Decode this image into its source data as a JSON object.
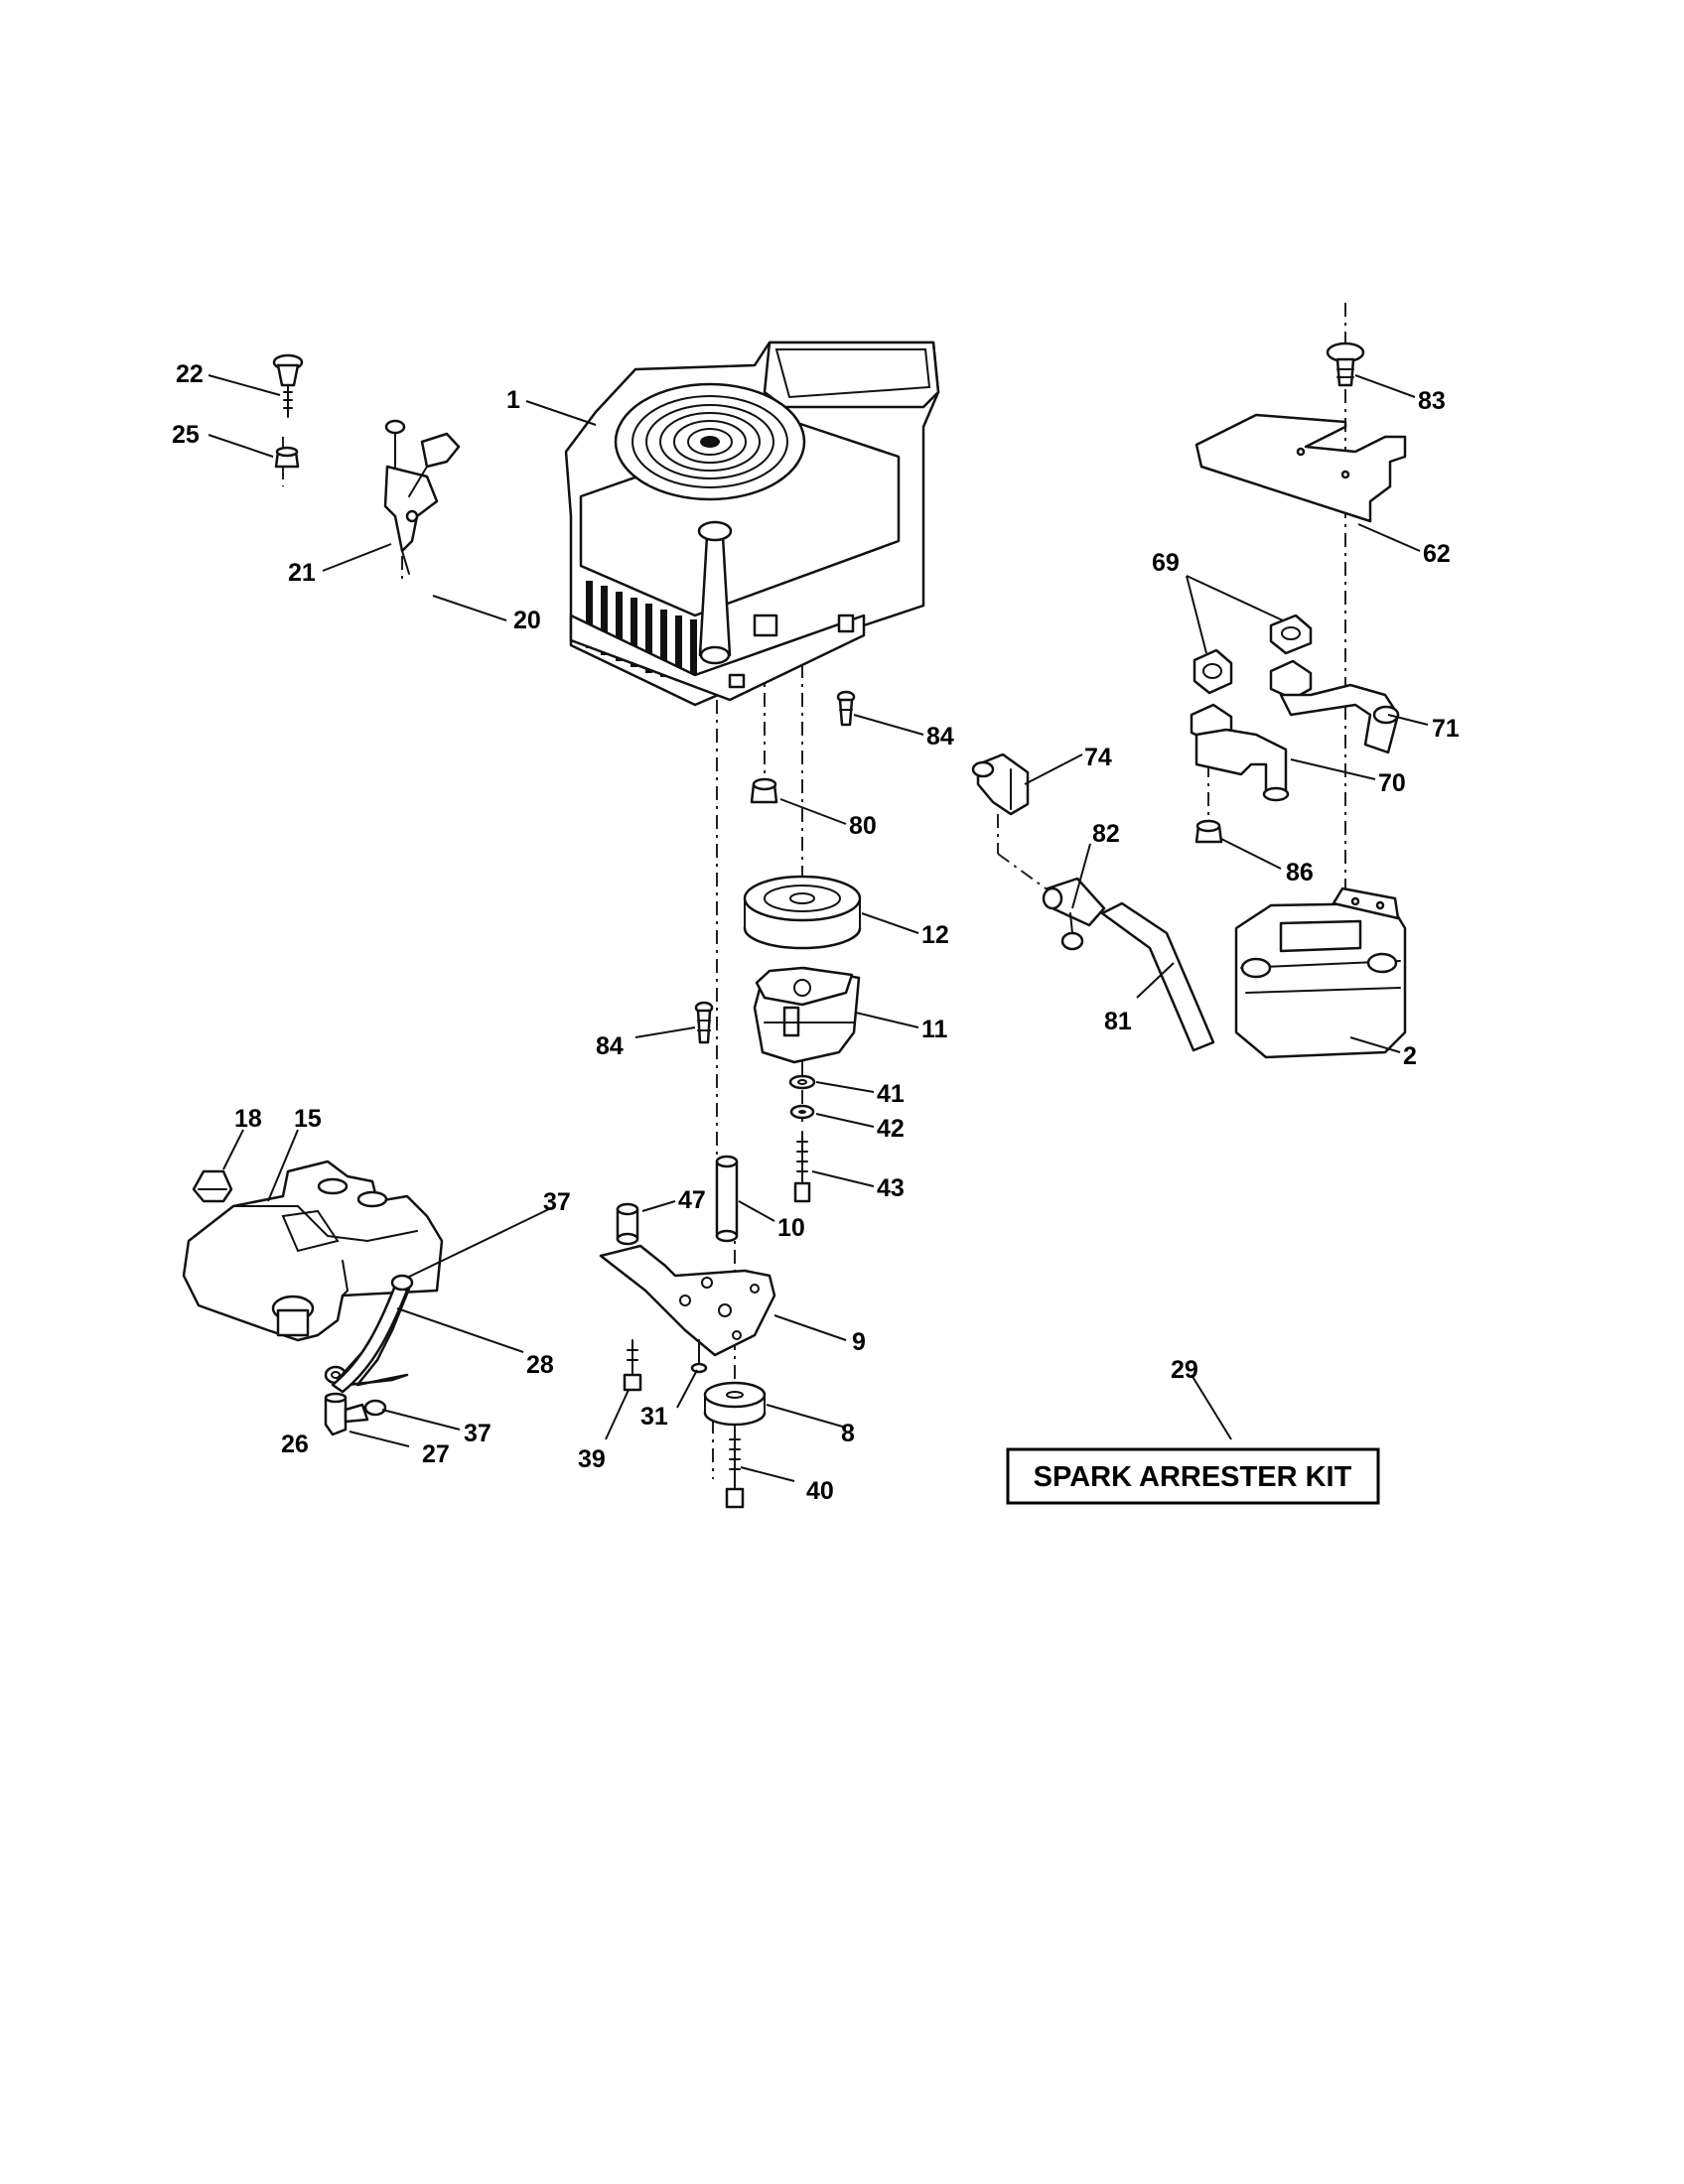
{
  "callouts": {
    "c1": "1",
    "c2": "2",
    "c8": "8",
    "c9": "9",
    "c10": "10",
    "c11": "11",
    "c12": "12",
    "c15": "15",
    "c18": "18",
    "c20": "20",
    "c21": "21",
    "c22": "22",
    "c25": "25",
    "c26": "26",
    "c27": "27",
    "c28": "28",
    "c29": "29",
    "c31": "31",
    "c37a": "37",
    "c37b": "37",
    "c39": "39",
    "c40": "40",
    "c41": "41",
    "c42": "42",
    "c43": "43",
    "c47": "47",
    "c62": "62",
    "c69": "69",
    "c70": "70",
    "c71": "71",
    "c74": "74",
    "c80": "80",
    "c81": "81",
    "c82": "82",
    "c83": "83",
    "c84a": "84",
    "c84b": "84",
    "c86": "86"
  },
  "spark_arrester_kit": {
    "label": "SPARK ARRESTER KIT"
  }
}
